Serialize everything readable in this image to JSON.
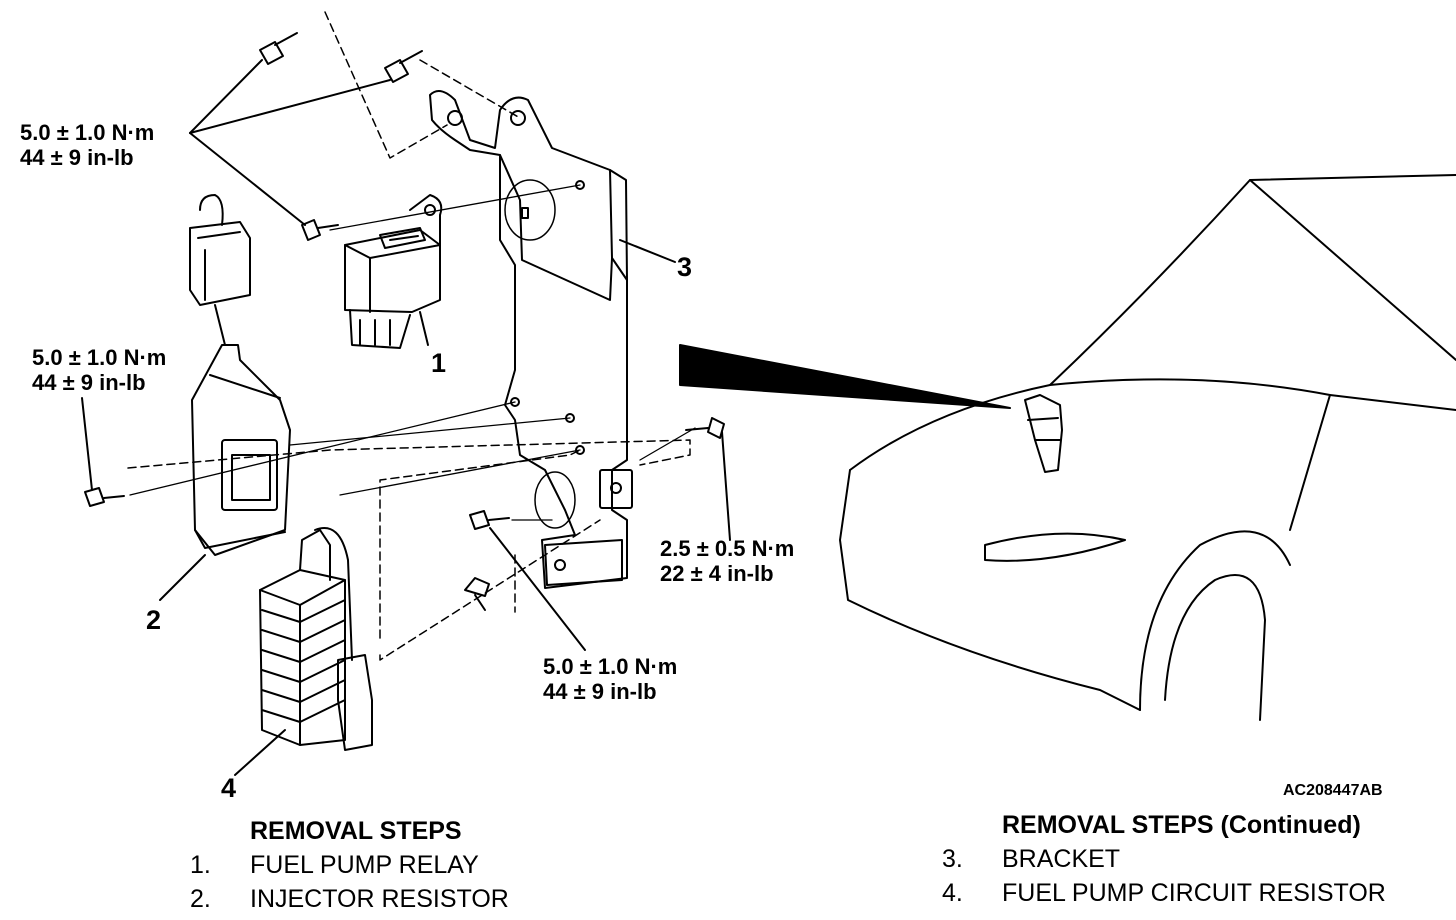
{
  "torque_labels": {
    "top_left": {
      "nm": "5.0 ± 1.0 N·m",
      "inlb": "44 ± 9 in-lb"
    },
    "mid_left": {
      "nm": "5.0 ± 1.0 N·m",
      "inlb": "44 ± 9 in-lb"
    },
    "right": {
      "nm": "2.5 ± 0.5 N·m",
      "inlb": "22 ± 4 in-lb"
    },
    "bottom": {
      "nm": "5.0 ± 1.0 N·m",
      "inlb": "44 ± 9 in-lb"
    }
  },
  "callouts": {
    "c1": "1",
    "c2": "2",
    "c3": "3",
    "c4": "4"
  },
  "figure_code": "AC208447AB",
  "removal_steps": {
    "heading": "REMOVAL STEPS",
    "items": [
      {
        "num": "1.",
        "text": "FUEL PUMP RELAY"
      },
      {
        "num": "2.",
        "text": "INJECTOR RESISTOR"
      }
    ]
  },
  "removal_steps_continued": {
    "heading": "REMOVAL STEPS (Continued)",
    "items": [
      {
        "num": "3.",
        "text": "BRACKET"
      },
      {
        "num": "4.",
        "text": "FUEL PUMP CIRCUIT RESISTOR"
      }
    ]
  }
}
